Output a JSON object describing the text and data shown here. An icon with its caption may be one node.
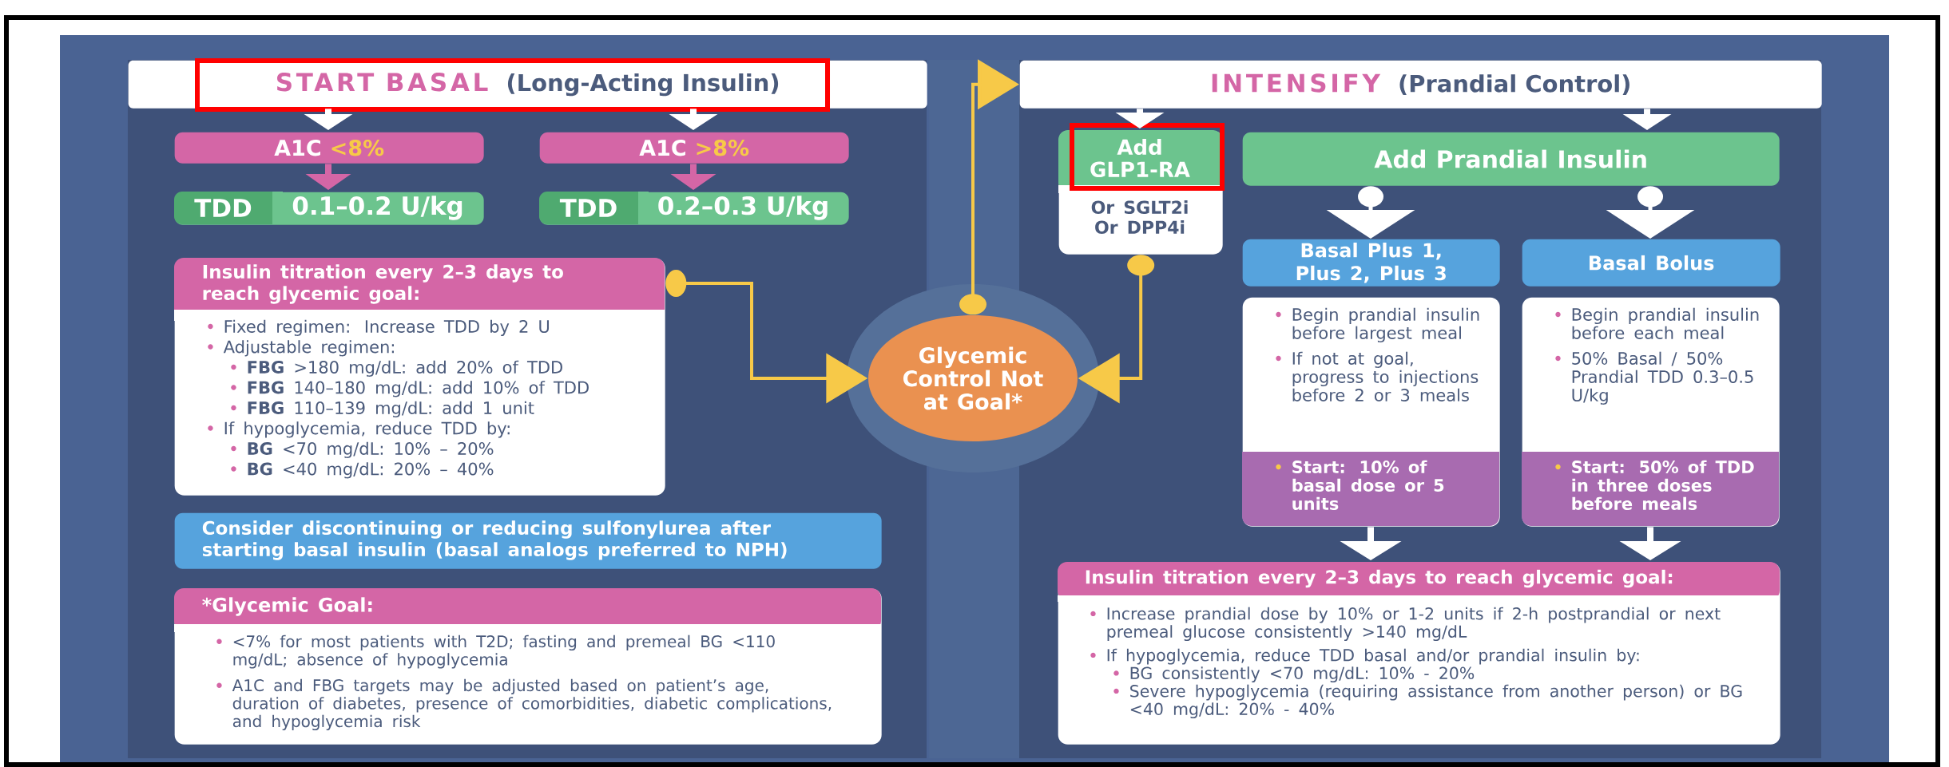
{
  "diagram": {
    "nodes": [
      {
        "text": [
          "START BASAL",
          "(Long-Acting Insulin)"
        ]
      },
      {
        "text": [
          "A1C",
          "<8%"
        ]
      },
      {
        "text": [
          "A1C",
          ">8%"
        ]
      },
      {
        "text": [
          "TDD",
          "0.1–0.2 U/kg"
        ]
      },
      {
        "text": [
          "TDD",
          "0.2–0.3 U/kg"
        ]
      },
      {
        "text": [
          "Insulin titration every 2–3 days to reach glycemic goal:",
          "Fixed regimen: Increase TDD by 2 U",
          "Adjustable regimen:",
          "**FBG** >180 mg/dL: add 20% of TDD",
          "**FBG** 140–180 mg/dL: add 10% of TDD",
          "**FBG** 110–139 mg/dL: add 1 unit",
          "If hypoglycemia, reduce TDD by:",
          "**BG** <70 mg/dL: 10% – 20%",
          "**BG** <40 mg/dL: 20% – 40%"
        ]
      },
      {
        "text": [
          "Consider discontinuing or reducing sulfonylurea after starting basal insulin (basal analogs preferred to NPH)"
        ]
      },
      {
        "text": [
          "*Glycemic Goal:",
          "<7% for most patients with T2D; fasting and premeal BG <110 mg/dL; absence of hypoglycemia",
          "A1C and FBG targets may be adjusted based on patient’s age, duration of diabetes, presence of comorbidities, diabetic complications, and hypoglycemia risk"
        ]
      },
      {
        "text": [
          "Glycemic Control Not at Goal*"
        ]
      },
      {
        "text": [
          "INTENSIFY",
          "(Prandial Control)"
        ]
      },
      {
        "text": [
          "Add GLP1-RA",
          "Or SGLT2i Or DPP4i"
        ]
      },
      {
        "text": [
          "Add Prandial Insulin"
        ]
      },
      {
        "text": [
          "Basal Plus 1, Plus 2, Plus 3"
        ]
      },
      {
        "text": [
          "Begin prandial insulin before largest meal",
          "If not at goal, progress to injections before 2 or 3 meals",
          "Start: 10% of basal dose or 5 units"
        ]
      },
      {
        "text": [
          "Basal Bolus"
        ]
      },
      {
        "text": [
          "Begin prandial insulin before each meal",
          "50% Basal / 50% Prandial TDD 0.3–0.5 U/kg",
          "Start: 50% of TDD in three doses before meals"
        ]
      },
      {
        "text": [
          "Insulin titration every 2–3 days to reach glycemic goal:",
          "Increase prandial dose by 10% or 1-2 units if 2-h postprandial or next premeal glucose consistently >140 mg/dL",
          "If hypoglycemia, reduce TDD basal and/or prandial insulin by:",
          "BG consistently <70 mg/dL: 10% - 20%",
          "Severe hypoglycemia (requiring assistance from another person) or BG <40 mg/dL: 20% - 40%"
        ]
      }
    ],
    "edges": [
      {
        "from": 0,
        "to": 1,
        "arrow": "to"
      },
      {
        "from": 0,
        "to": 2,
        "arrow": "to"
      },
      {
        "from": 1,
        "to": 3,
        "arrow": "to",
        "color": "#d466a6"
      },
      {
        "from": 2,
        "to": 4,
        "arrow": "to",
        "color": "#d466a6"
      },
      {
        "from": 5,
        "to": 8,
        "arrow": "to",
        "color": "#f7c948"
      },
      {
        "from": 8,
        "to": 9,
        "arrow": "to",
        "color": "#f7c948"
      },
      {
        "from": 10,
        "to": 8,
        "arrow": "to",
        "color": "#f7c948"
      },
      {
        "from": 9,
        "to": 10,
        "arrow": "to"
      },
      {
        "from": 9,
        "to": 11,
        "arrow": "to"
      },
      {
        "from": 11,
        "to": 12,
        "arrow": "to"
      },
      {
        "from": 11,
        "to": 14,
        "arrow": "to"
      },
      {
        "from": 13,
        "to": 16,
        "arrow": "to"
      },
      {
        "from": 15,
        "to": 16,
        "arrow": "to"
      }
    ]
  }
}
